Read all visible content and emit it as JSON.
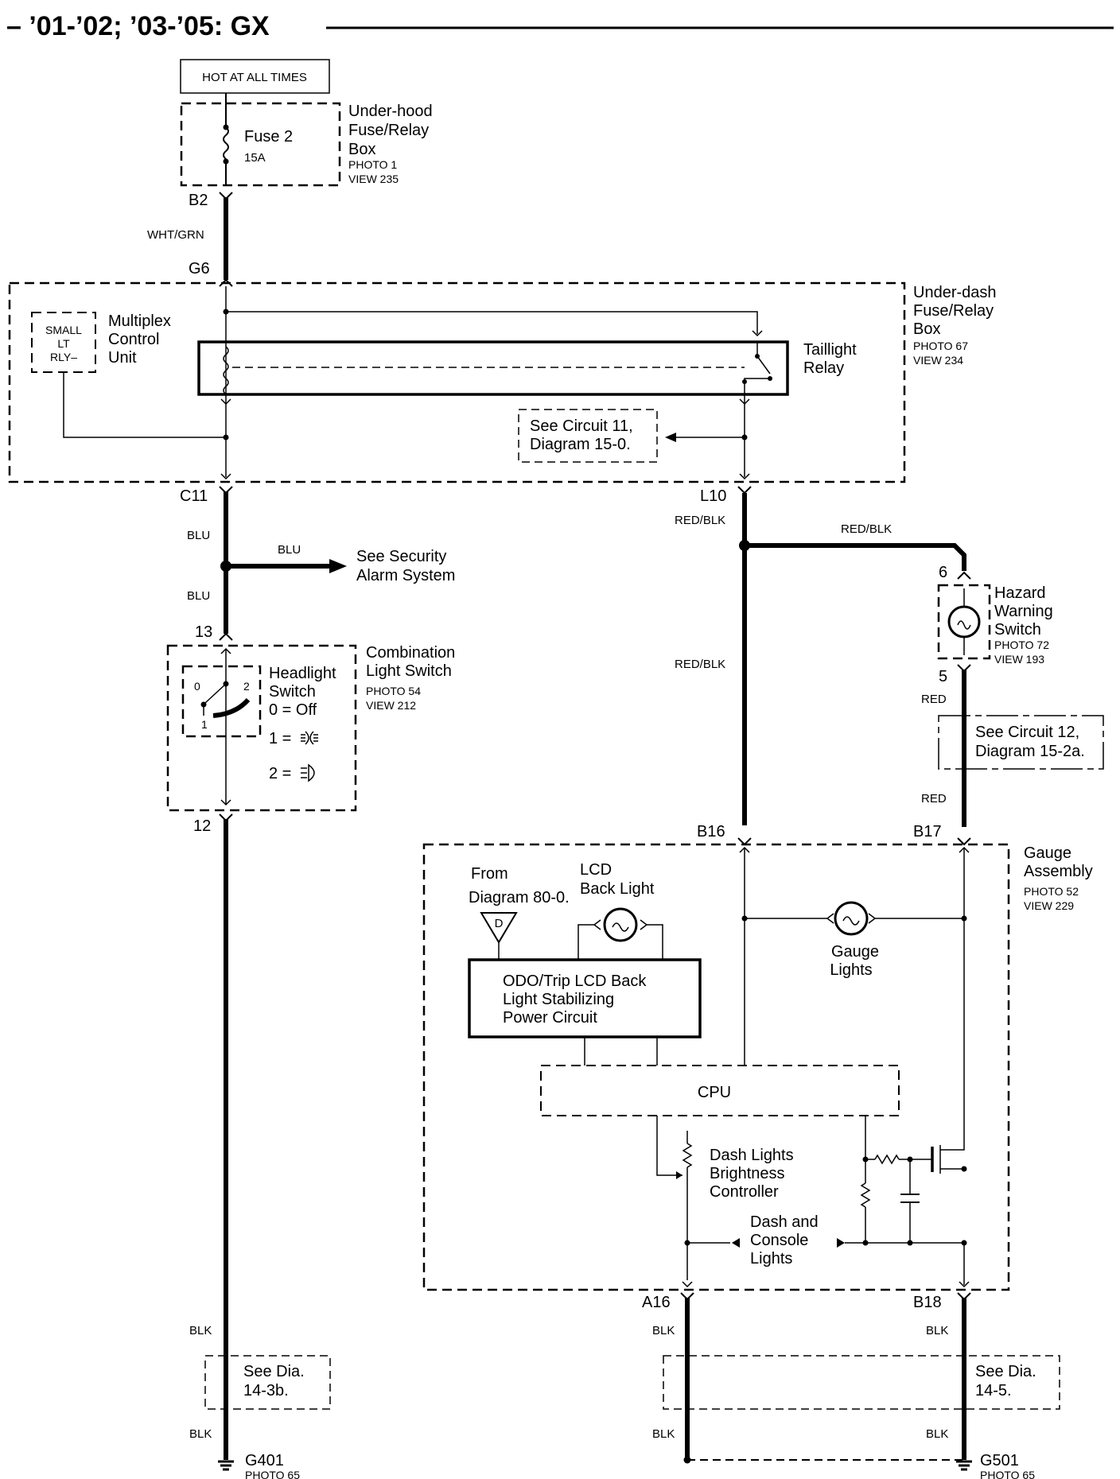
{
  "title": "– ’01-’02; ’03-’05: GX",
  "colors": {
    "ink": "#000000",
    "background": "#ffffff"
  },
  "power": {
    "label": "HOT AT ALL TIMES"
  },
  "underhood_box": {
    "fuse": "Fuse 2",
    "rating": "15A",
    "name_lines": [
      "Under-hood",
      "Fuse/Relay",
      "Box"
    ],
    "photo": "PHOTO 1",
    "view": "VIEW 235"
  },
  "underdash_box": {
    "name_lines": [
      "Under-dash",
      "Fuse/Relay",
      "Box"
    ],
    "photo": "PHOTO 67",
    "view": "VIEW 234",
    "mcu_module": [
      "SMALL",
      "LT",
      "RLY–"
    ],
    "mcu_name": [
      "Multiplex",
      "Control",
      "Unit"
    ],
    "relay_name": [
      "Taillight",
      "Relay"
    ],
    "see_circuit": [
      "See Circuit 11,",
      "Diagram 15-0."
    ]
  },
  "connectors": {
    "b2": "B2",
    "g6": "G6",
    "c11": "C11",
    "l10": "L10",
    "c13": "13",
    "c12": "12",
    "h6": "6",
    "h5": "5",
    "b16": "B16",
    "b17": "B17",
    "a16": "A16",
    "b18": "B18"
  },
  "wires": {
    "wht_grn": "WHT/GRN",
    "blu": "BLU",
    "red_blk": "RED/BLK",
    "red": "RED",
    "blk": "BLK"
  },
  "security": {
    "lines": [
      "See Security",
      "Alarm System"
    ]
  },
  "combination_switch": {
    "name_lines": [
      "Combination",
      "Light Switch"
    ],
    "photo": "PHOTO 54",
    "view": "VIEW 212",
    "headlight_lines": [
      "Headlight",
      "Switch"
    ],
    "pos0": "0",
    "pos1": "1",
    "pos2": "2",
    "off": "0 = Off",
    "one": "1 =",
    "two": "2 ="
  },
  "hazard_switch": {
    "name_lines": [
      "Hazard",
      "Warning",
      "Switch"
    ],
    "photo": "PHOTO 72",
    "view": "VIEW 193"
  },
  "see_circuit_12": [
    "See Circuit 12,",
    "Diagram 15-2a."
  ],
  "gauge_assembly": {
    "name_lines": [
      "Gauge",
      "Assembly"
    ],
    "photo": "PHOTO 52",
    "view": "VIEW 229",
    "from_lines": [
      "From",
      "Diagram 80-0."
    ],
    "lcd_lines": [
      "LCD",
      "Back Light"
    ],
    "d_label": "D",
    "odo_lines": [
      "ODO/Trip LCD Back",
      "Light Stabilizing",
      "Power Circuit"
    ],
    "gauge_lights": [
      "Gauge",
      "Lights"
    ],
    "cpu": "CPU",
    "dimmer_lines": [
      "Dash Lights",
      "Brightness",
      "Controller"
    ],
    "dash_console": [
      "Dash and",
      "Console",
      "Lights"
    ]
  },
  "grounds": {
    "left_see": [
      "See Dia.",
      "14-3b."
    ],
    "right_see": [
      "See Dia.",
      "14-5."
    ],
    "g401": "G401",
    "g401_photo": "PHOTO 65",
    "g501": "G501",
    "g501_photo": "PHOTO 65"
  }
}
